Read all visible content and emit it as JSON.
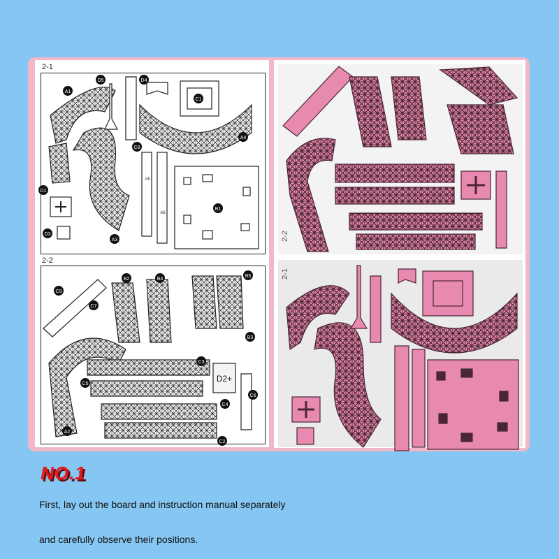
{
  "diagram": {
    "sheet_2_1_label": "2-1",
    "sheet_2_2_label": "2-2",
    "photo_label_top": "2-2",
    "photo_label_bottom": "2-1",
    "parts_sheet_1": [
      "A1",
      "D5",
      "D4",
      "C1",
      "C8",
      "A4",
      "D1",
      "A5",
      "A6",
      "B1",
      "D3",
      "A3"
    ],
    "parts_sheet_2": [
      "C9",
      "B2",
      "B4",
      "B5",
      "C7",
      "B3",
      "C3",
      "D2+",
      "C5",
      "C6",
      "C4",
      "A2",
      "C2"
    ]
  },
  "colors": {
    "background": "#86c6f2",
    "frame": "#f0b8c8",
    "pink_parts": "#e889b0",
    "heading": "#e8171b"
  },
  "step": {
    "title": "NO.1",
    "line1": "First, lay out the board and instruction manual separately",
    "line2": "and carefully observe their positions."
  }
}
